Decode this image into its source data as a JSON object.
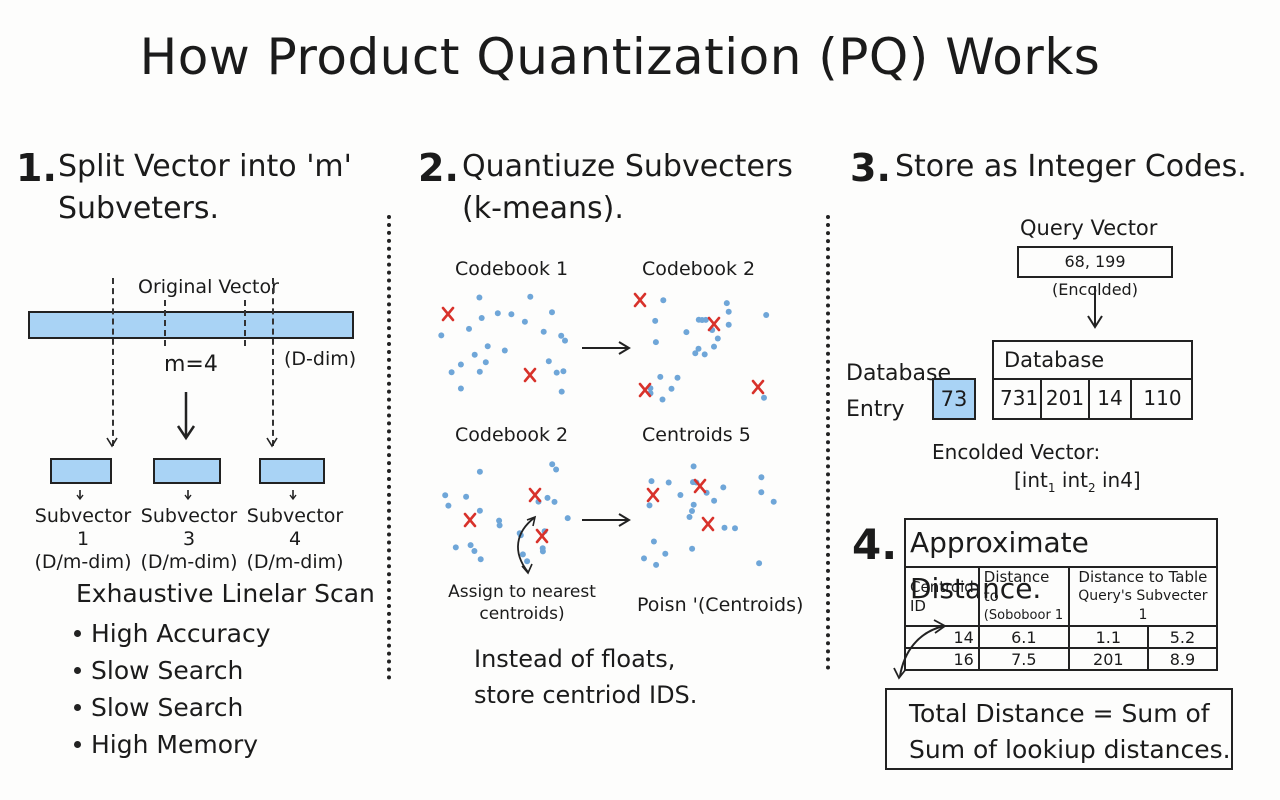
{
  "title": "How Product Quantization (PQ) Works",
  "colors": {
    "bar_fill": "#a9d3f5",
    "dot": "#6fa6d8",
    "cross": "#d8322b",
    "ink": "#1b1b1b"
  },
  "step1": {
    "number": "1.",
    "heading_line1": "Split Vector into 'm'",
    "heading_line2": "Subveters.",
    "original_label": "Original Vector",
    "dim_label": "(D-dim)",
    "m_label": "m=4",
    "subvectors": [
      {
        "name": "Subvector 1",
        "dim": "(D/m-dim)"
      },
      {
        "name": "Subvector 3",
        "dim": "(D/m-dim)"
      },
      {
        "name": "Subvector 4",
        "dim": "(D/m-dim)"
      }
    ],
    "scan_title": "Exhaustive Linelar Scan",
    "bullets": [
      "High Accuracy",
      "Slow Search",
      "Slow Search",
      "High Memory"
    ]
  },
  "step2": {
    "number": "2.",
    "heading_line1": "Quantiuze Subvecters",
    "heading_line2": "(k-means).",
    "codebooks": [
      "Codebook 1",
      "Codebook 2",
      "Codebook 2",
      "Centroids 5"
    ],
    "assign_line1": "Assign to nearest",
    "assign_line2": "centroids)",
    "poisn_label": "Poisn '(Centroids)",
    "note_line1": "Instead of floats,",
    "note_line2": "store centriod IDS."
  },
  "step3": {
    "number": "3.",
    "heading": "Store as Integer Codes.",
    "query_label": "Query Vector",
    "query_value": "68, 199 (Encolded)",
    "db_entry_line1": "Database",
    "db_entry_line2": "Entry",
    "entry_value": "73",
    "db_title": "Database",
    "db_values": [
      "731",
      "201",
      "14",
      "110"
    ],
    "encoded_label": "Encolded Vector:",
    "encoded_value_parts": [
      "[int",
      "1",
      " int",
      "2",
      " in4]"
    ]
  },
  "step4": {
    "number": "4.",
    "heading": "Approximate Distance.",
    "table": {
      "h1_line1": "Centroid",
      "h1_line2": "ID",
      "h2_line1": "Distance to",
      "h2_line2": "(Soboboor 1",
      "h3_line1": "Distance to Table",
      "h3_line2": "Query's Subvecter 1",
      "rows": [
        [
          "14",
          "6.1",
          "1.1",
          "5.2"
        ],
        [
          "16",
          "7.5",
          "201",
          "8.9"
        ]
      ]
    },
    "total_line1": "Total Distance = Sum of",
    "total_line2": "Sum of lookiup distances."
  }
}
